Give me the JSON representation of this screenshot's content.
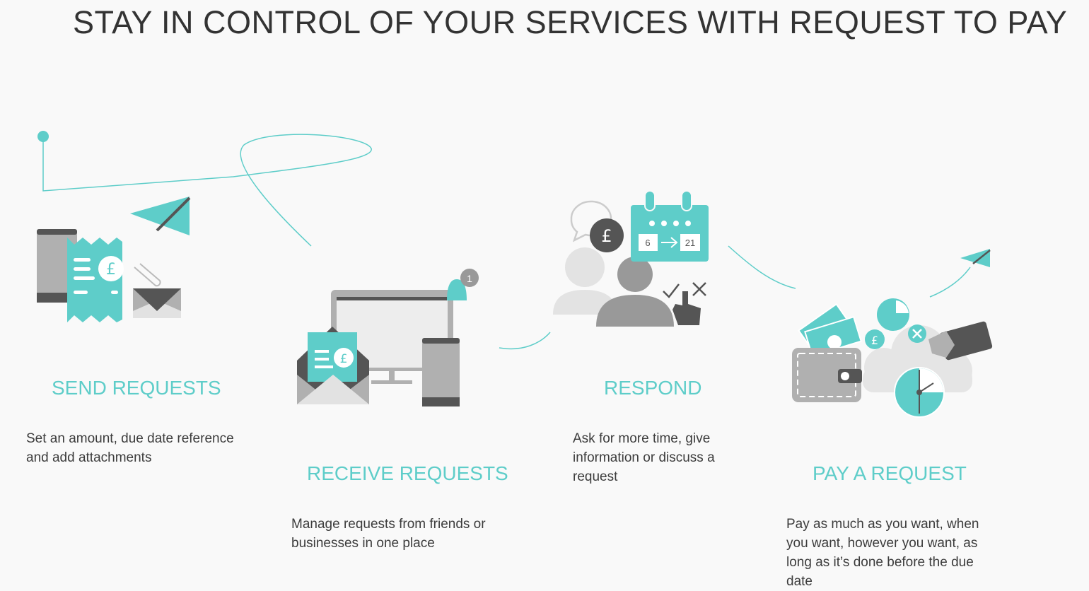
{
  "title": "STAY IN CONTROL OF YOUR SERVICES WITH REQUEST TO PAY",
  "colors": {
    "accent": "#5ecdc9",
    "grey": "#b0b0b0",
    "dark": "#555555",
    "background": "#f9f9f9"
  },
  "steps": [
    {
      "heading": "SEND REQUESTS",
      "description": "Set an amount, due date reference and add attachments",
      "icon": "send-request-illustration"
    },
    {
      "heading": "RECEIVE REQUESTS",
      "description": "Manage requests from friends or businesses in one place",
      "icon": "receive-request-illustration",
      "notification_count": "1"
    },
    {
      "heading": "RESPOND",
      "description": "Ask for more time, give information or discuss a request",
      "icon": "respond-illustration",
      "calendar_from": "6",
      "calendar_to": "21",
      "currency": "£"
    },
    {
      "heading": "PAY A REQUEST",
      "description": "Pay as much as you want, when you want, however you want, as long as it’s done before the due date",
      "icon": "pay-request-illustration"
    }
  ]
}
